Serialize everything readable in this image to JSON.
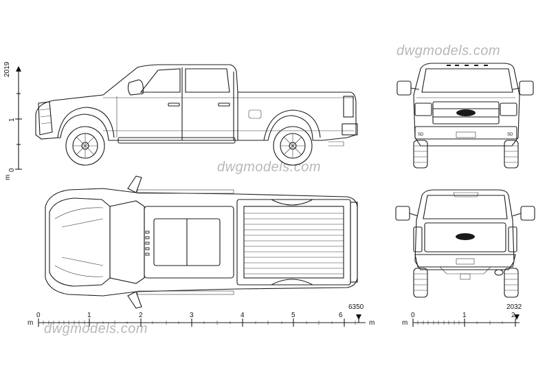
{
  "watermarks": [
    "dwgmodels.com",
    "dwgmodels.com",
    "dwgmodels.com"
  ],
  "vertical_scale": {
    "unit": "m",
    "ticks": [
      "0",
      "1"
    ],
    "height_label": "2019"
  },
  "length_scale": {
    "unit_left": "m",
    "unit_right": "m",
    "ticks": [
      "0",
      "1",
      "2",
      "3",
      "4",
      "5",
      "6"
    ],
    "end_label": "6350"
  },
  "width_scale": {
    "unit": "m",
    "ticks": [
      "0",
      "1",
      "2"
    ],
    "end_label": "2032"
  },
  "badges": [
    "SD",
    "SD"
  ]
}
